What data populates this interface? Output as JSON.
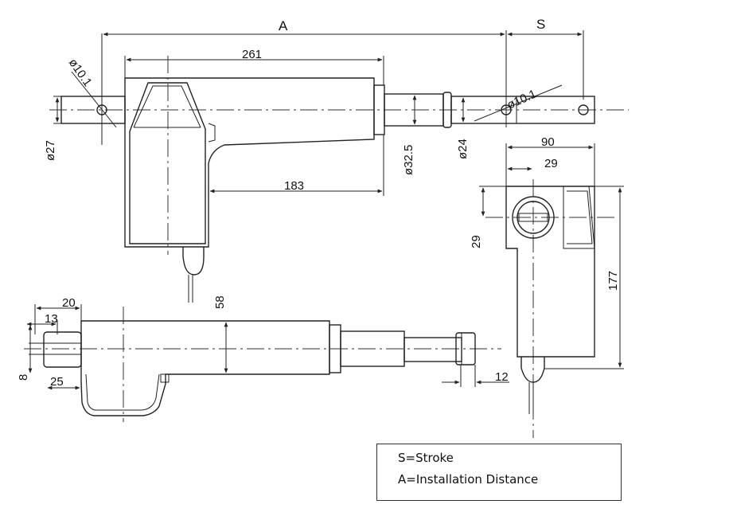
{
  "dimensions": {
    "A": "A",
    "S": "S",
    "len_261": "261",
    "len_183": "183",
    "dia_10_1_left": "ø10.1",
    "dia_10_1_right": "ø10.1",
    "dia_27": "ø27",
    "dia_32_5": "ø32.5",
    "dia_24": "ø24",
    "w_90": "90",
    "w_29_top": "29",
    "h_29_side": "29",
    "h_177": "177",
    "d_20": "20",
    "d_13": "13",
    "d_8": "8",
    "d_25": "25",
    "d_58": "58",
    "d_12": "12"
  },
  "legend": {
    "stroke": "S=Stroke",
    "installation": "A=Installation Distance"
  },
  "colors": {
    "line": "#222222",
    "background": "#ffffff"
  }
}
